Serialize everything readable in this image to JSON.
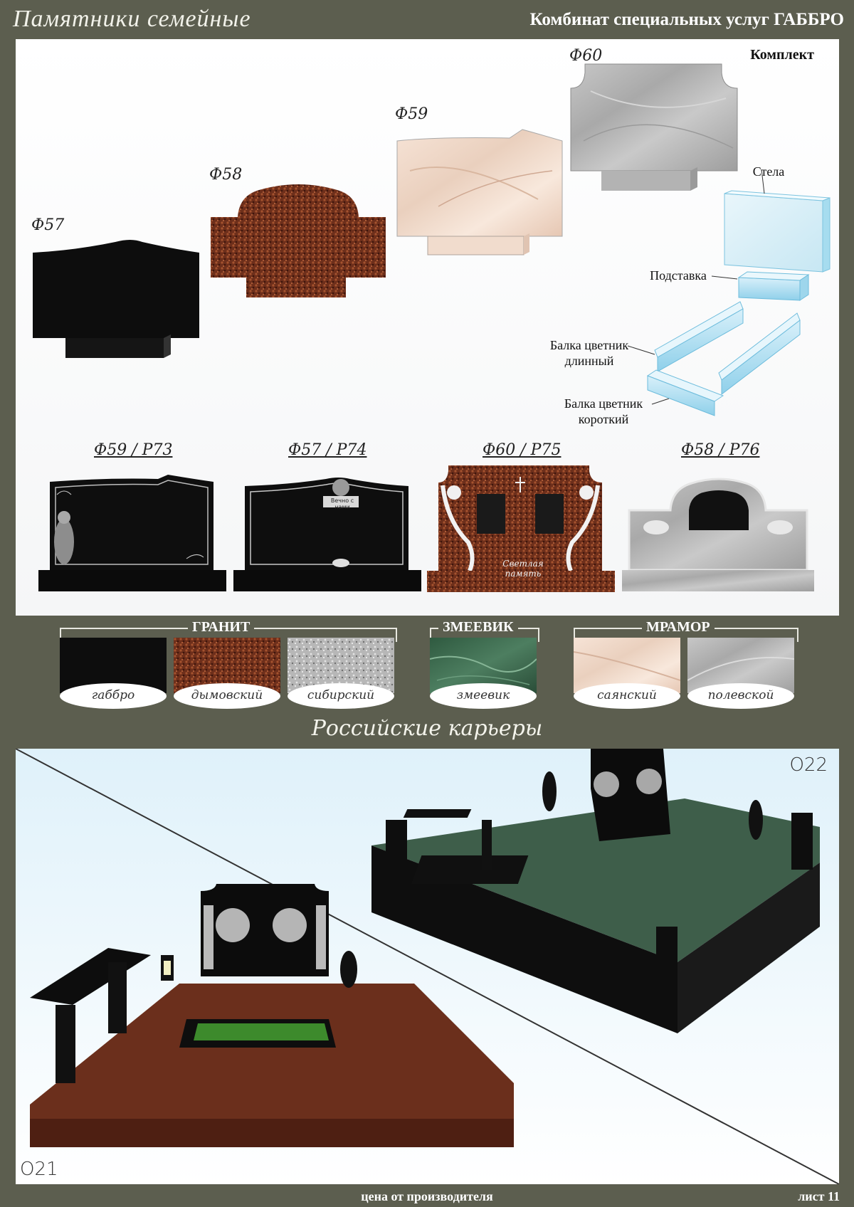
{
  "header": {
    "title_script": "Памятники семейные",
    "company": "Комбинат специальных услуг ГАББРО"
  },
  "kit": {
    "title": "Комплект",
    "parts": {
      "stela": "Стела",
      "stand": "Подставка",
      "beam_long_1": "Балка цветник",
      "beam_long_2": "длинный",
      "beam_short_1": "Балка цветник",
      "beam_short_2": "короткий"
    }
  },
  "models": {
    "f57": "Ф57",
    "f58": "Ф58",
    "f59": "Ф59",
    "f60": "Ф60"
  },
  "designs": {
    "d1": "Ф59 / Р73",
    "d2": "Ф57 / Р74",
    "d3": "Ф60 / Р75",
    "d4": "Ф58 / Р76",
    "d2_ribbon": "Вечно с нами",
    "d3_caption": "Светлая память"
  },
  "materials": {
    "granite": {
      "title": "ГРАНИТ",
      "items": [
        "габбро",
        "дымовский",
        "сибирский"
      ]
    },
    "serpentine": {
      "title": "ЗМЕЕВИК",
      "items": [
        "змеевик"
      ]
    },
    "marble": {
      "title": "МРАМОР",
      "items": [
        "саянский",
        "полевской"
      ]
    }
  },
  "careers": "Российские карьеры",
  "complexes": {
    "left_code": "О21",
    "right_code": "О22"
  },
  "footer": {
    "price": "цена от производителя",
    "sheet": "лист 11"
  },
  "colors": {
    "frame": "#5c5e4f",
    "gabbro": "#0d0d0d",
    "dymovsky": "#6b2f1c",
    "siberian": "#b5b5b5",
    "serpentine": "#3f6a4e",
    "sayansky": "#f3dccd",
    "polevskoy": "#b9b9b9"
  }
}
